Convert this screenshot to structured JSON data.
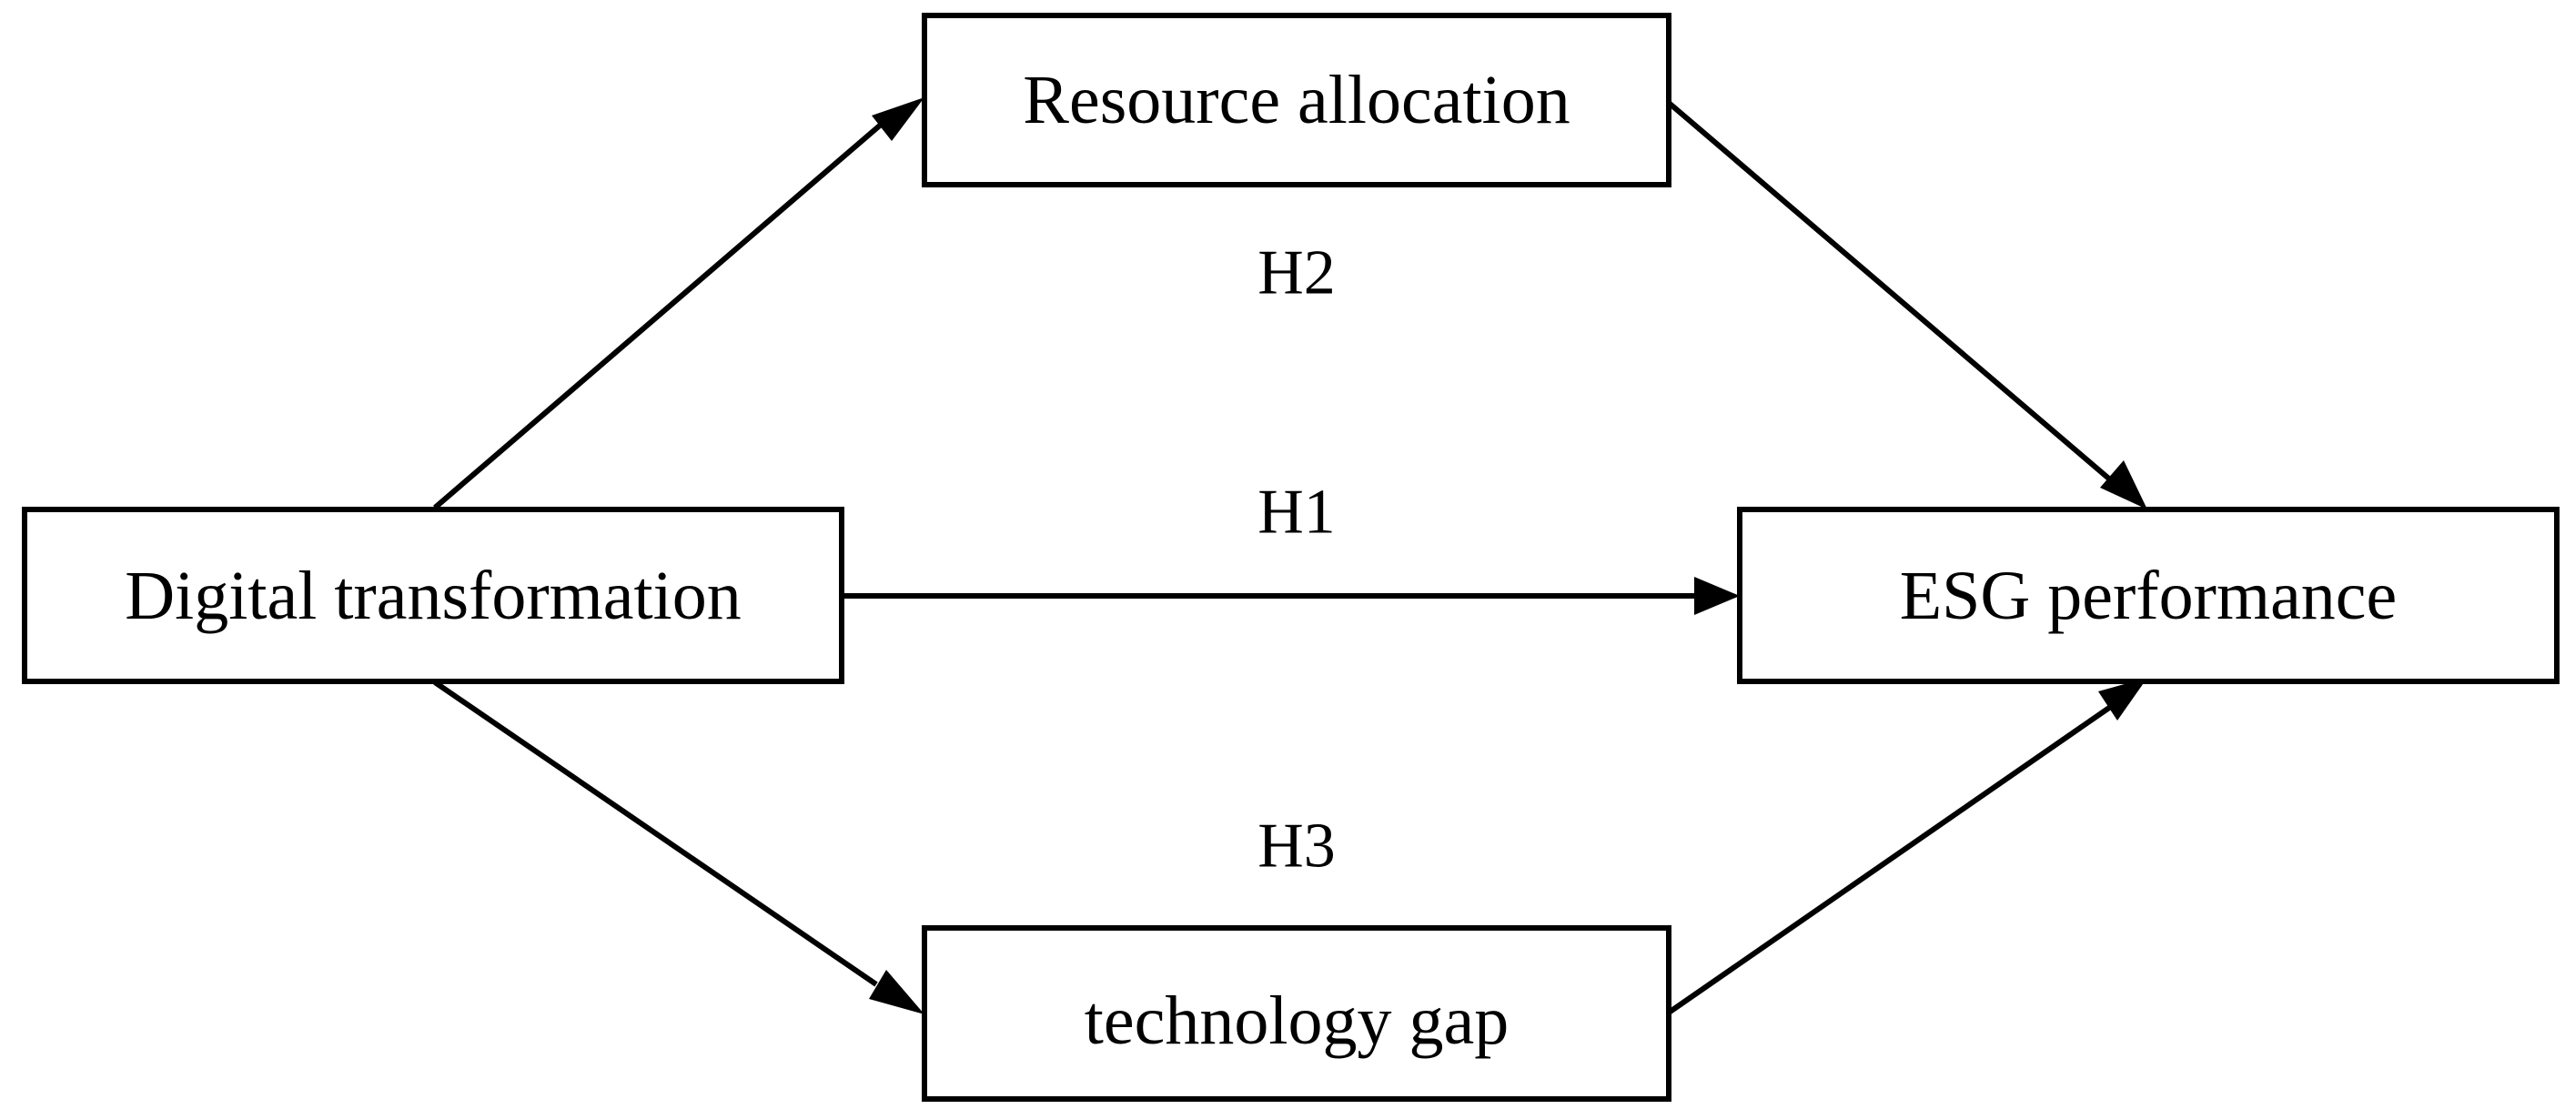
{
  "nodes": {
    "digital": {
      "label": "Digital transformation"
    },
    "resource": {
      "label": "Resource allocation"
    },
    "gap": {
      "label": "technology gap"
    },
    "esg": {
      "label": "ESG performance"
    }
  },
  "hypotheses": {
    "h1": "H1",
    "h2": "H2",
    "h3": "H3"
  },
  "edges": [
    {
      "from": "digital",
      "to": "esg",
      "label": "H1"
    },
    {
      "from": "digital",
      "to": "resource"
    },
    {
      "from": "resource",
      "to": "esg"
    },
    {
      "from": "digital",
      "to": "gap"
    },
    {
      "from": "gap",
      "to": "esg"
    }
  ],
  "colors": {
    "stroke": "#000000",
    "background": "#ffffff"
  }
}
